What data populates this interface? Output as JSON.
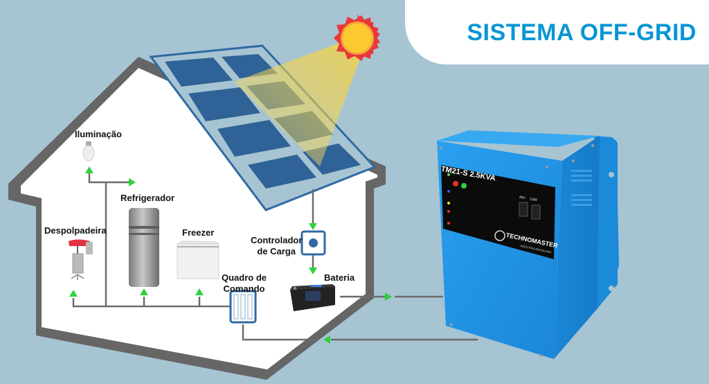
{
  "title": "SISTEMA OFF-GRID",
  "colors": {
    "background": "#a7c4d2",
    "title_text": "#0896d4",
    "house_wall": "#666666",
    "house_fill": "#ffffff",
    "panel_frame": "#2f6aa3",
    "panel_cell": "#2f6296",
    "arrow": "#2fd13f",
    "wire": "#6b6b6b",
    "sun_outer": "#e8383a",
    "sun_inner": "#fcca2e",
    "inverter_body": "#1e8fe0",
    "component_border": "#2f6aa3"
  },
  "labels": {
    "iluminacao": "Iluminação",
    "refrigerador": "Refrigerador",
    "freezer": "Freezer",
    "despolpadeira": "Despolpadeira",
    "controlador_line1": "Controlador",
    "controlador_line2": "de Carga",
    "quadro_line1": "Quadro de",
    "quadro_line2": "Comando",
    "bateria": "Bateria"
  },
  "inverter": {
    "model": "TM21-S",
    "rating": "2.5KVA",
    "brand": "TECHNOMASTER",
    "brand_sub": "INDÚSTRIA BRASILEIRA",
    "switch_left": "INV",
    "switch_right": "CAR"
  }
}
